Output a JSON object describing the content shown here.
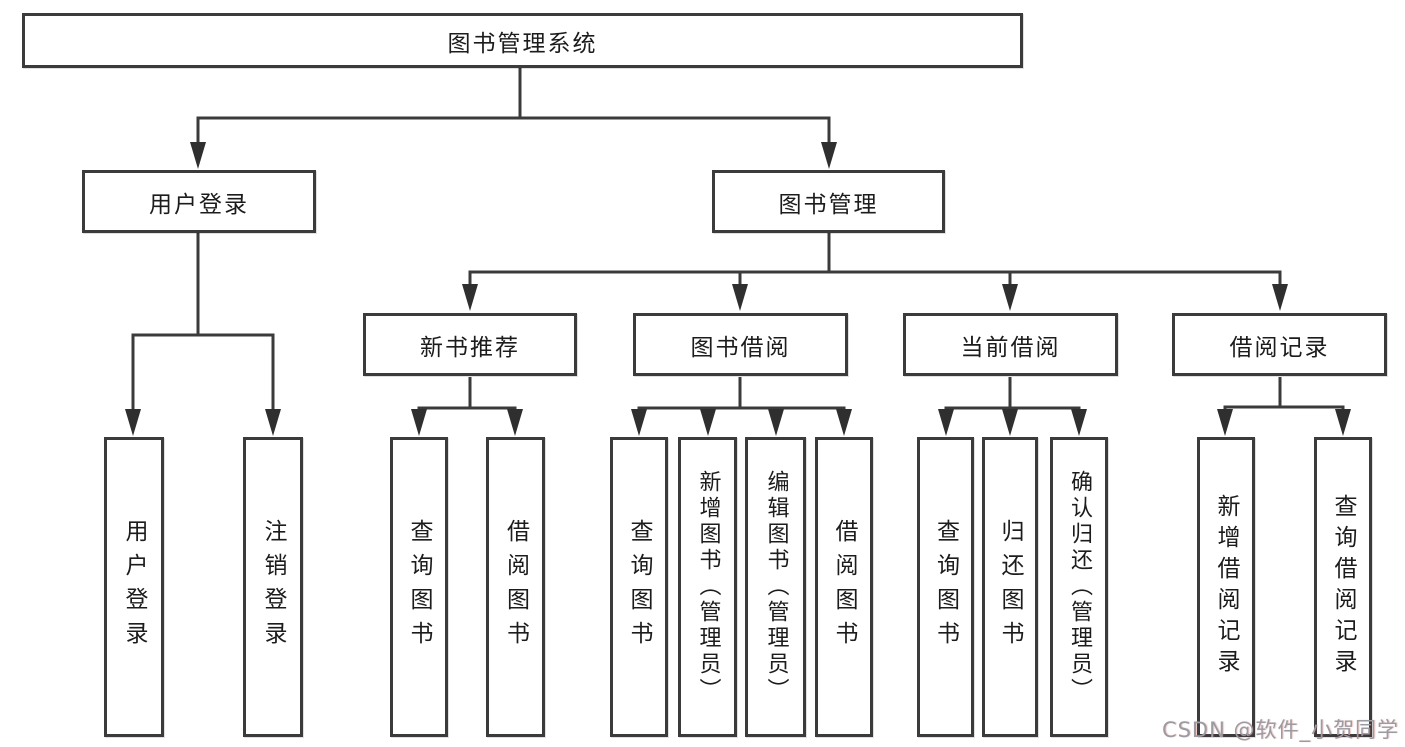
{
  "colors": {
    "background": "#ffffff",
    "box_border": "#3b3b3b",
    "connector": "#3b3b3b",
    "arrowhead": "#2f2f2f",
    "text": "#1c1c1c",
    "watermark": "#9b9ba3"
  },
  "watermark": {
    "text": "CSDN @软件_小贺同学"
  },
  "diagram": {
    "root": {
      "label": "图书管理系统"
    },
    "branches": [
      {
        "label": "用户登录",
        "children": [
          {
            "label": "用户登录"
          },
          {
            "label": "注销登录"
          }
        ]
      },
      {
        "label": "图书管理",
        "children": [
          {
            "label": "新书推荐",
            "children": [
              {
                "label": "查询图书"
              },
              {
                "label": "借阅图书"
              }
            ]
          },
          {
            "label": "图书借阅",
            "children": [
              {
                "label": "查询图书"
              },
              {
                "label": "新增图书（管理员）"
              },
              {
                "label": "编辑图书（管理员）"
              },
              {
                "label": "借阅图书"
              }
            ]
          },
          {
            "label": "当前借阅",
            "children": [
              {
                "label": "查询图书"
              },
              {
                "label": "归还图书"
              },
              {
                "label": "确认归还（管理员）"
              }
            ]
          },
          {
            "label": "借阅记录",
            "children": [
              {
                "label": "新增借阅记录"
              },
              {
                "label": "查询借阅记录"
              }
            ]
          }
        ]
      }
    ]
  }
}
